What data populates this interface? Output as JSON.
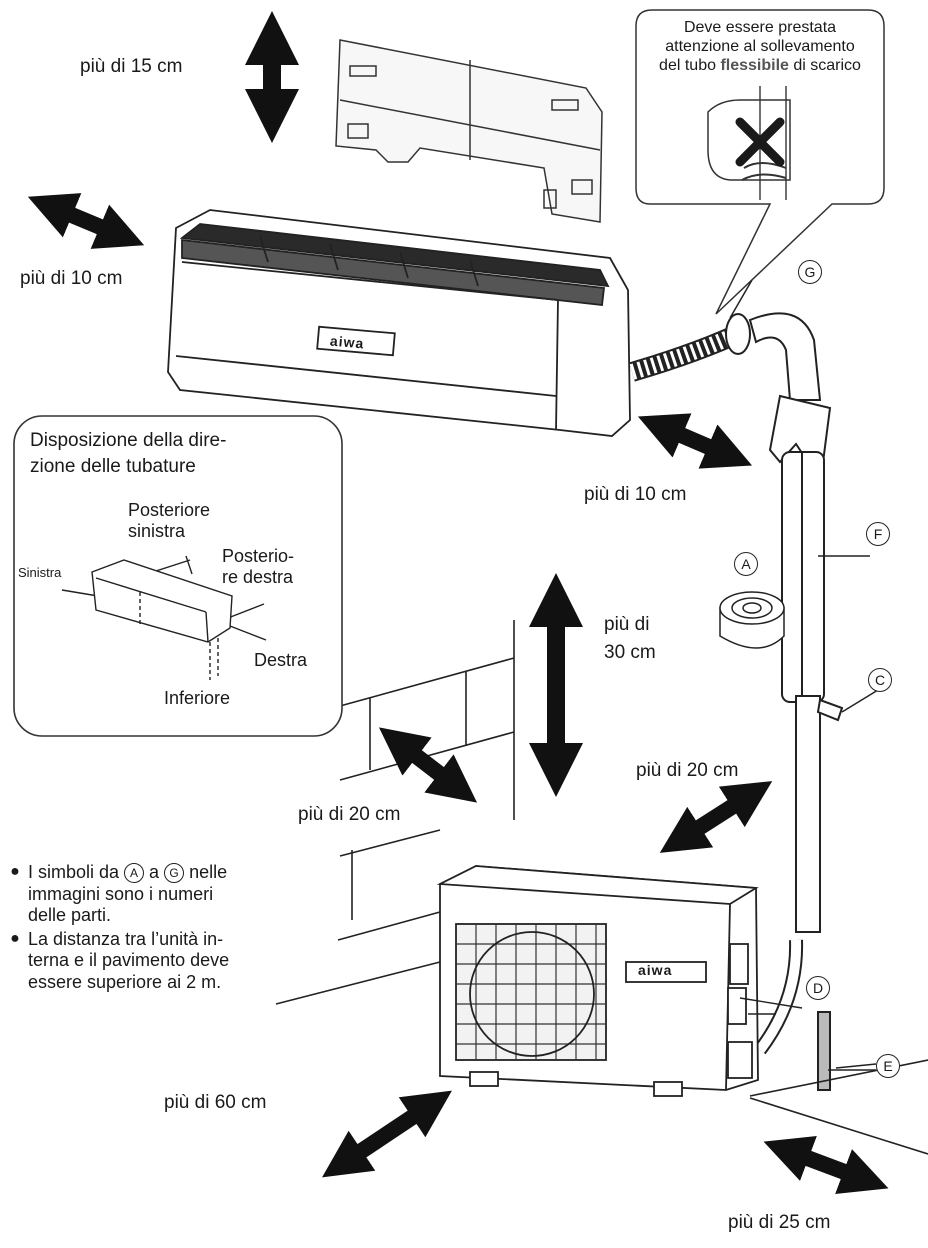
{
  "clearances": {
    "top": "più di 15 cm",
    "left_indoor": "più di 10 cm",
    "right_indoor": "più di 10 cm",
    "above_outdoor": "più di",
    "above_outdoor_2": "30 cm",
    "left_outdoor": "più di 20 cm",
    "right_outdoor": "più di 20 cm",
    "front_outdoor": "più di 60 cm",
    "side_outdoor": "più di 25 cm"
  },
  "callout": {
    "line1": "Deve essere prestata",
    "line2": "attenzione al sollevamento",
    "line3_a": "del tubo ",
    "line3_b": "flessibile",
    "line3_c": " di scarico"
  },
  "piping_box": {
    "title_line1": "Disposizione della dire-",
    "title_line2": "zione delle tubature",
    "rear_left_1": "Posteriore",
    "rear_left_2": "sinistra",
    "rear_right_1": "Posterio-",
    "rear_right_2": "re destra",
    "left": "Sinistra",
    "right": "Destra",
    "bottom": "Inferiore"
  },
  "parts": {
    "a": "A",
    "c": "C",
    "d": "D",
    "e": "E",
    "f": "F",
    "g": "G"
  },
  "brand": "aiwa",
  "notes": {
    "n1_a": "I simboli da ",
    "n1_b": " a ",
    "n1_c": " nelle",
    "n1_d": "immagini sono i numeri",
    "n1_e": "delle parti.",
    "n2_a": "La distanza tra l’unità in-",
    "n2_b": "terna e il pavimento deve",
    "n2_c": "essere superiore ai 2 m."
  }
}
